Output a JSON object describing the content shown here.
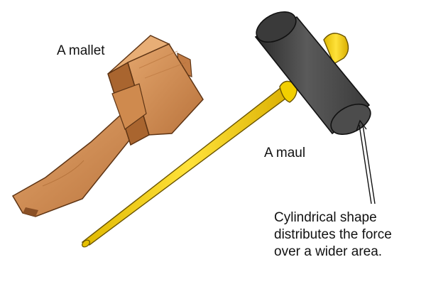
{
  "labels": {
    "mallet": "A mallet",
    "maul": "A maul"
  },
  "callout": {
    "lines": [
      "Cylindrical shape",
      "distributes the force",
      "over a wider area."
    ]
  },
  "colors": {
    "wood_light": "#d9955a",
    "wood_mid": "#c27c45",
    "wood_dark": "#8a5026",
    "maul_head": "#4a4a4a",
    "handle_yellow": "#f6d200",
    "outline": "#1a1a1a"
  }
}
